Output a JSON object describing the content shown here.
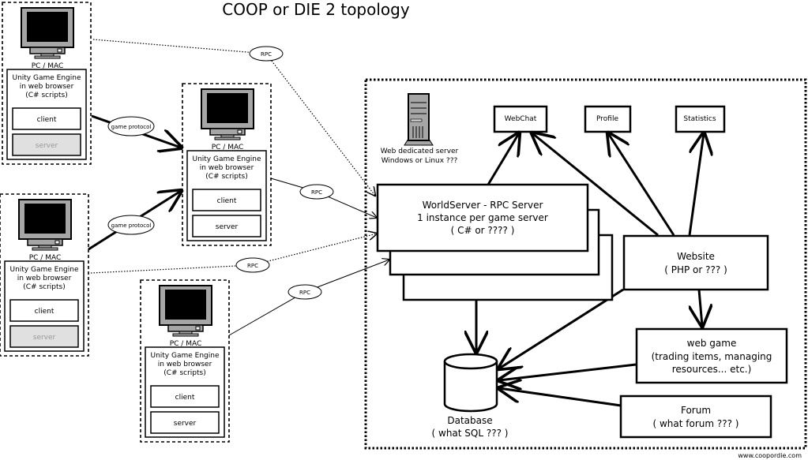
{
  "title": "COOP or DIE 2 topology",
  "clients": [
    {
      "machine": "PC / MAC",
      "engine": [
        "Unity Game Engine",
        "in web browser",
        "(C# scripts)"
      ],
      "client": "client",
      "server": "server",
      "server_active": false
    },
    {
      "machine": "PC / MAC",
      "engine": [
        "Unity Game Engine",
        "in web browser",
        "(C# scripts)"
      ],
      "client": "client",
      "server": "server",
      "server_active": true
    },
    {
      "machine": "PC / MAC",
      "engine": [
        "Unity Game Engine",
        "in web browser",
        "(C# scripts)"
      ],
      "client": "client",
      "server": "server",
      "server_active": false
    },
    {
      "machine": "PC / MAC",
      "engine": [
        "Unity Game Engine",
        "in web browser",
        "(C# scripts)"
      ],
      "client": "client",
      "server": "server",
      "server_active": true
    }
  ],
  "edge_labels": {
    "rpc": "RPC",
    "game_protocol": "game protocol"
  },
  "server_host": [
    "Web dedicated server",
    "Windows or Linux ???"
  ],
  "services": {
    "webchat": "WebChat",
    "profile": "Profile",
    "statistics": "Statistics"
  },
  "worldserver": [
    "WorldServer - RPC Server",
    "1 instance per game server",
    "( C# or ???? )"
  ],
  "website": [
    "Website",
    "( PHP or ??? )"
  ],
  "webgame": [
    "web game",
    "(trading items, managing",
    "resources... etc.)"
  ],
  "forum": [
    "Forum",
    "( what forum ??? )"
  ],
  "database": [
    "Database",
    "( what SQL ??? )"
  ],
  "footer": "www.coopordie.com",
  "colors": {
    "inactive_server_fill": "#e0e0e0",
    "inactive_server_text": "#999999",
    "monitor_body": "#a6a6a6"
  }
}
